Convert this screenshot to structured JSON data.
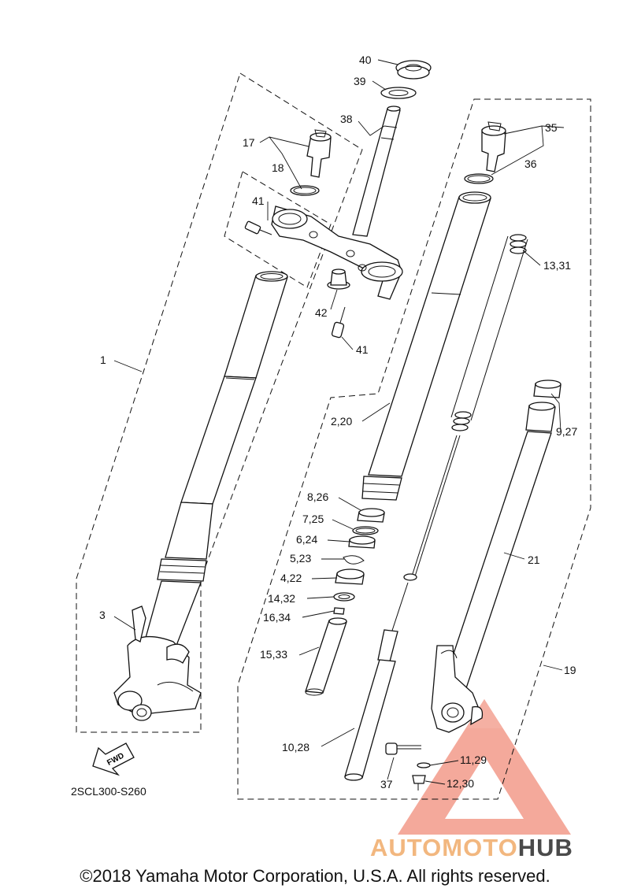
{
  "diagram_code": "2SCL300-S260",
  "fwd_label": "FWD",
  "watermark": {
    "part1": "AUTOMOTO",
    "part2": "HUB",
    "colors": {
      "accent": "#f29a8a",
      "gold": "#f2c27a",
      "dark": "#4a4a4a"
    }
  },
  "copyright": "©2018 Yamaha Motor Corporation, U.S.A. All rights reserved.",
  "callouts": [
    "40",
    "39",
    "38",
    "17",
    "18",
    "35",
    "36",
    "41",
    "13,31",
    "42",
    "41",
    "1",
    "2,20",
    "9,27",
    "8,26",
    "7,25",
    "6,24",
    "5,23",
    "21",
    "4,22",
    "14,32",
    "16,34",
    "3",
    "15,33",
    "19",
    "10,28",
    "11,29",
    "37",
    "12,30"
  ]
}
